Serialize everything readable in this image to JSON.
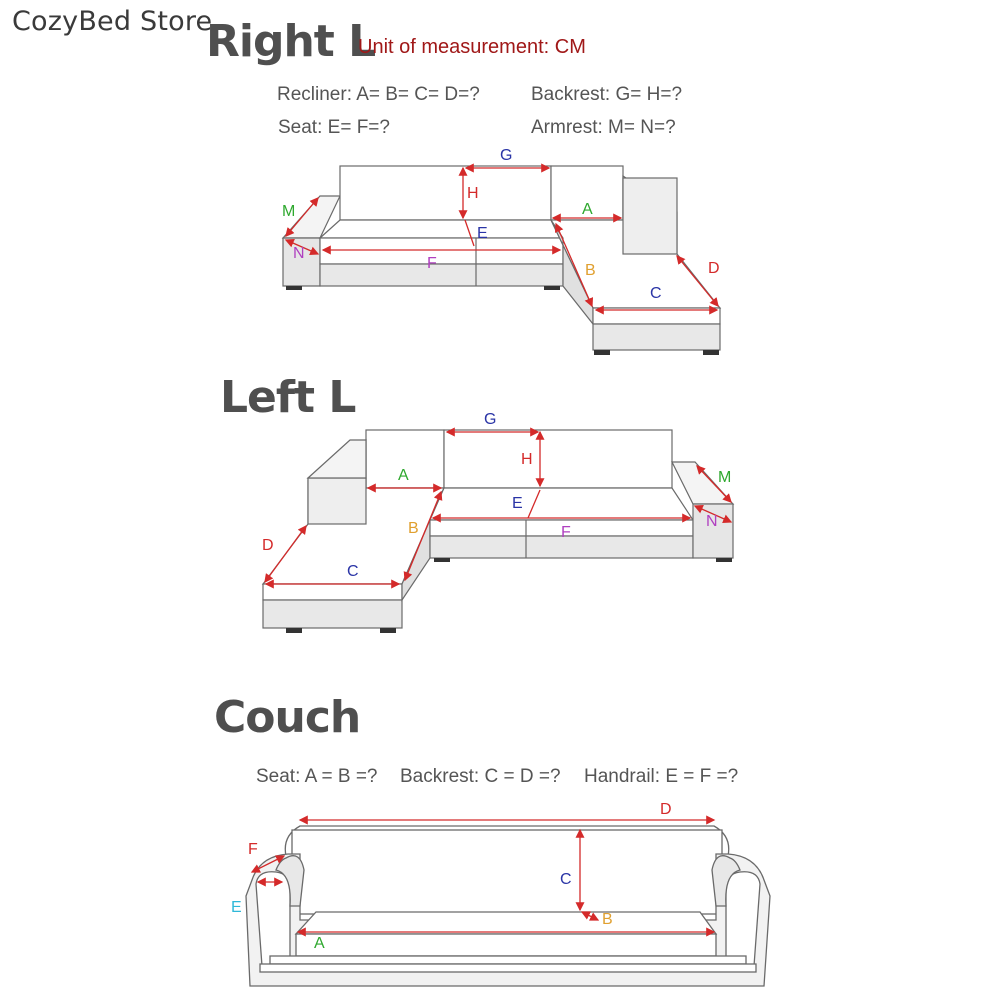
{
  "watermark": "CozyBed Store",
  "colors": {
    "red": "#d42a2a",
    "green": "#2ea82e",
    "purple": "#b040c0",
    "blue": "#2a34a6",
    "orange": "#e0a030",
    "cyan": "#30b8d8",
    "dark_red": "#a01818"
  },
  "right_l": {
    "title": "Right L",
    "unit": "Unit of measurement: CM",
    "specs": {
      "recliner": "Recliner: A= B= C= D=?",
      "backrest": "Backrest: G= H=?",
      "seat": "Seat: E= F=?",
      "armrest": "Armrest: M= N=?"
    },
    "labels": {
      "G": "G",
      "H": "H",
      "A": "A",
      "M": "M",
      "N": "N",
      "E": "E",
      "F": "F",
      "B": "B",
      "D": "D",
      "C": "C"
    }
  },
  "left_l": {
    "title": "Left L",
    "labels": {
      "G": "G",
      "H": "H",
      "A": "A",
      "M": "M",
      "N": "N",
      "E": "E",
      "F": "F",
      "B": "B",
      "D": "D",
      "C": "C"
    }
  },
  "couch": {
    "title": "Couch",
    "specs": {
      "seat": "Seat: A = B =?",
      "backrest": "Backrest: C = D =?",
      "handrail": "Handrail: E = F =?"
    },
    "labels": {
      "D": "D",
      "C": "C",
      "B": "B",
      "A": "A",
      "F": "F",
      "E": "E"
    }
  }
}
